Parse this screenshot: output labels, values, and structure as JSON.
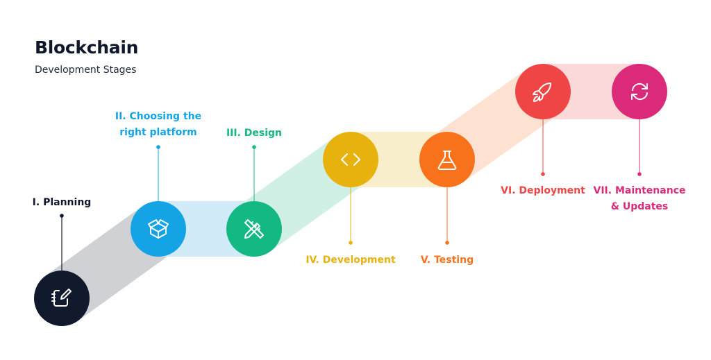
{
  "header": {
    "title": "Blockchain",
    "subtitle": "Development Stages"
  },
  "stages": [
    {
      "id": "planning",
      "label_line1": "I. Planning",
      "label_line2": "",
      "icon": "notebook-pen-icon",
      "color": "#111a2c",
      "band_color": "#cfd1d5"
    },
    {
      "id": "platform",
      "label_line1": "II. Choosing the",
      "label_line2": "right platform",
      "icon": "open-box-icon",
      "color": "#14a4e6",
      "band_color": "#d1ebf8"
    },
    {
      "id": "design",
      "label_line1": "III. Design",
      "label_line2": "",
      "icon": "pencil-ruler-icon",
      "color": "#13b882",
      "band_color": "#d1f0e5"
    },
    {
      "id": "development",
      "label_line1": "IV. Development",
      "label_line2": "",
      "icon": "code-brackets-icon",
      "color": "#e8b20e",
      "band_color": "#f9eecb"
    },
    {
      "id": "testing",
      "label_line1": "V. Testing",
      "label_line2": "",
      "icon": "flask-icon",
      "color": "#f7721b",
      "band_color": "#fde1d1"
    },
    {
      "id": "deployment",
      "label_line1": "VI. Deployment",
      "label_line2": "",
      "icon": "rocket-icon",
      "color": "#ef4545",
      "band_color": "#fbd9d9"
    },
    {
      "id": "maintenance",
      "label_line1": "VII. Maintenance",
      "label_line2": "& Updates",
      "icon": "refresh-icon",
      "color": "#dc2a7a",
      "band_color": "#fbd9d9"
    }
  ]
}
